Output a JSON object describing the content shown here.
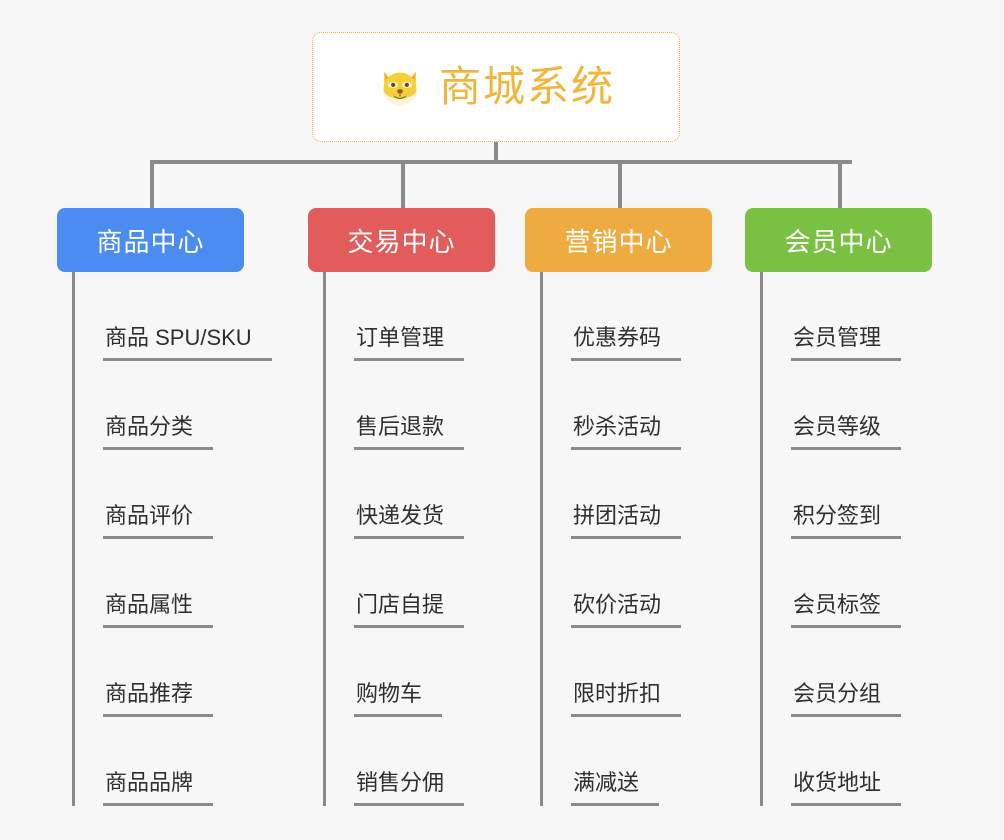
{
  "root": {
    "title": "商城系统",
    "icon": "shiba-dog-face-icon",
    "border_color": "#efb133",
    "text_color": "#f0b63c",
    "background": "#fefefe"
  },
  "page": {
    "background": "#f7f7f7",
    "line_color": "#8a8a8a",
    "leaf_text_color": "#2f2f2f"
  },
  "columns": [
    {
      "title": "商品中心",
      "color": "#4a8cf0",
      "items": [
        "商品 SPU/SKU",
        "商品分类",
        "商品评价",
        "商品属性",
        "商品推荐",
        "商品品牌"
      ]
    },
    {
      "title": "交易中心",
      "color": "#e25c5c",
      "items": [
        "订单管理",
        "售后退款",
        "快递发货",
        "门店自提",
        "购物车",
        "销售分佣"
      ]
    },
    {
      "title": "营销中心",
      "color": "#eeab3f",
      "items": [
        "优惠券码",
        "秒杀活动",
        "拼团活动",
        "砍价活动",
        "限时折扣",
        "满减送"
      ]
    },
    {
      "title": "会员中心",
      "color": "#7ac143",
      "items": [
        "会员管理",
        "会员等级",
        "积分签到",
        "会员标签",
        "会员分组",
        "收货地址"
      ]
    }
  ]
}
